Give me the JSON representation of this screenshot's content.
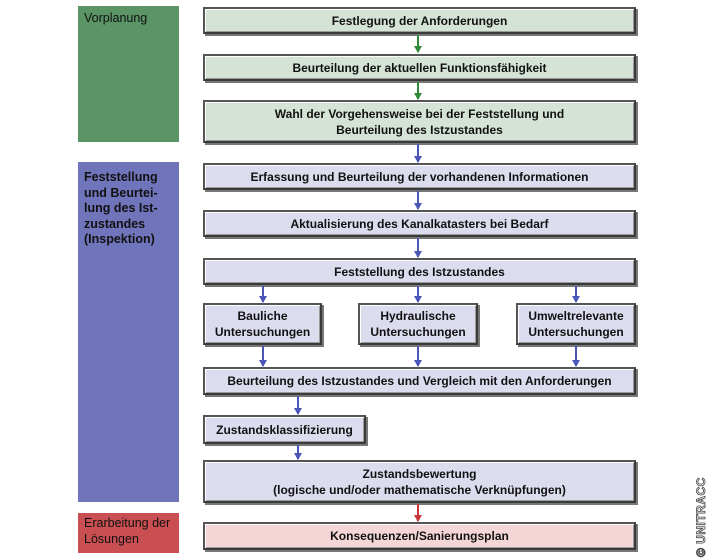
{
  "phases": {
    "vorplanung": "Vorplanung",
    "feststellung": "Feststellung und Beurtei-lung des Ist-zustandes (Inspektion)",
    "feststellung_lines": [
      "Feststellung",
      "und Beurtei-",
      "lung des Ist-",
      "zustandes",
      "(Inspektion)"
    ],
    "erarbeitung_lines": [
      "Erarbeitung der",
      "Lösungen"
    ]
  },
  "steps": {
    "festlegung": "Festlegung der Anforderungen",
    "beurteilung_funktion": "Beurteilung der aktuellen Funktionsfähigkeit",
    "wahl_line1": "Wahl der Vorgehensweise bei der Feststellung und",
    "wahl_line2": "Beurteilung des Istzustandes",
    "erfassung": "Erfassung und Beurteilung der vorhandenen Informationen",
    "aktualisierung": "Aktualisierung des Kanalkatasters bei Bedarf",
    "feststellung_ist": "Feststellung des Istzustandes",
    "bauliche_line1": "Bauliche",
    "bauliche_line2": "Untersuchungen",
    "hydraulische_line1": "Hydraulische",
    "hydraulische_line2": "Untersuchungen",
    "umwelt_line1": "Umweltrelevante",
    "umwelt_line2": "Untersuchungen",
    "beurteilung_vergleich": "Beurteilung des Istzustandes und Vergleich mit den Anforderungen",
    "klassifizierung": "Zustandsklassifizierung",
    "bewertung_line1": "Zustandsbewertung",
    "bewertung_line2": "(logische und/oder mathematische Verknüpfungen)",
    "konsequenzen": "Konsequenzen/Sanierungsplan"
  },
  "colors": {
    "phase_planning": "#5b9566",
    "phase_inspection": "#6f74bb",
    "phase_solutions": "#c94f52",
    "arrow_green": "#2f8a3a",
    "arrow_blue": "#4a55b8",
    "arrow_red": "#c8343a"
  },
  "copyright": "© UNITRACC"
}
